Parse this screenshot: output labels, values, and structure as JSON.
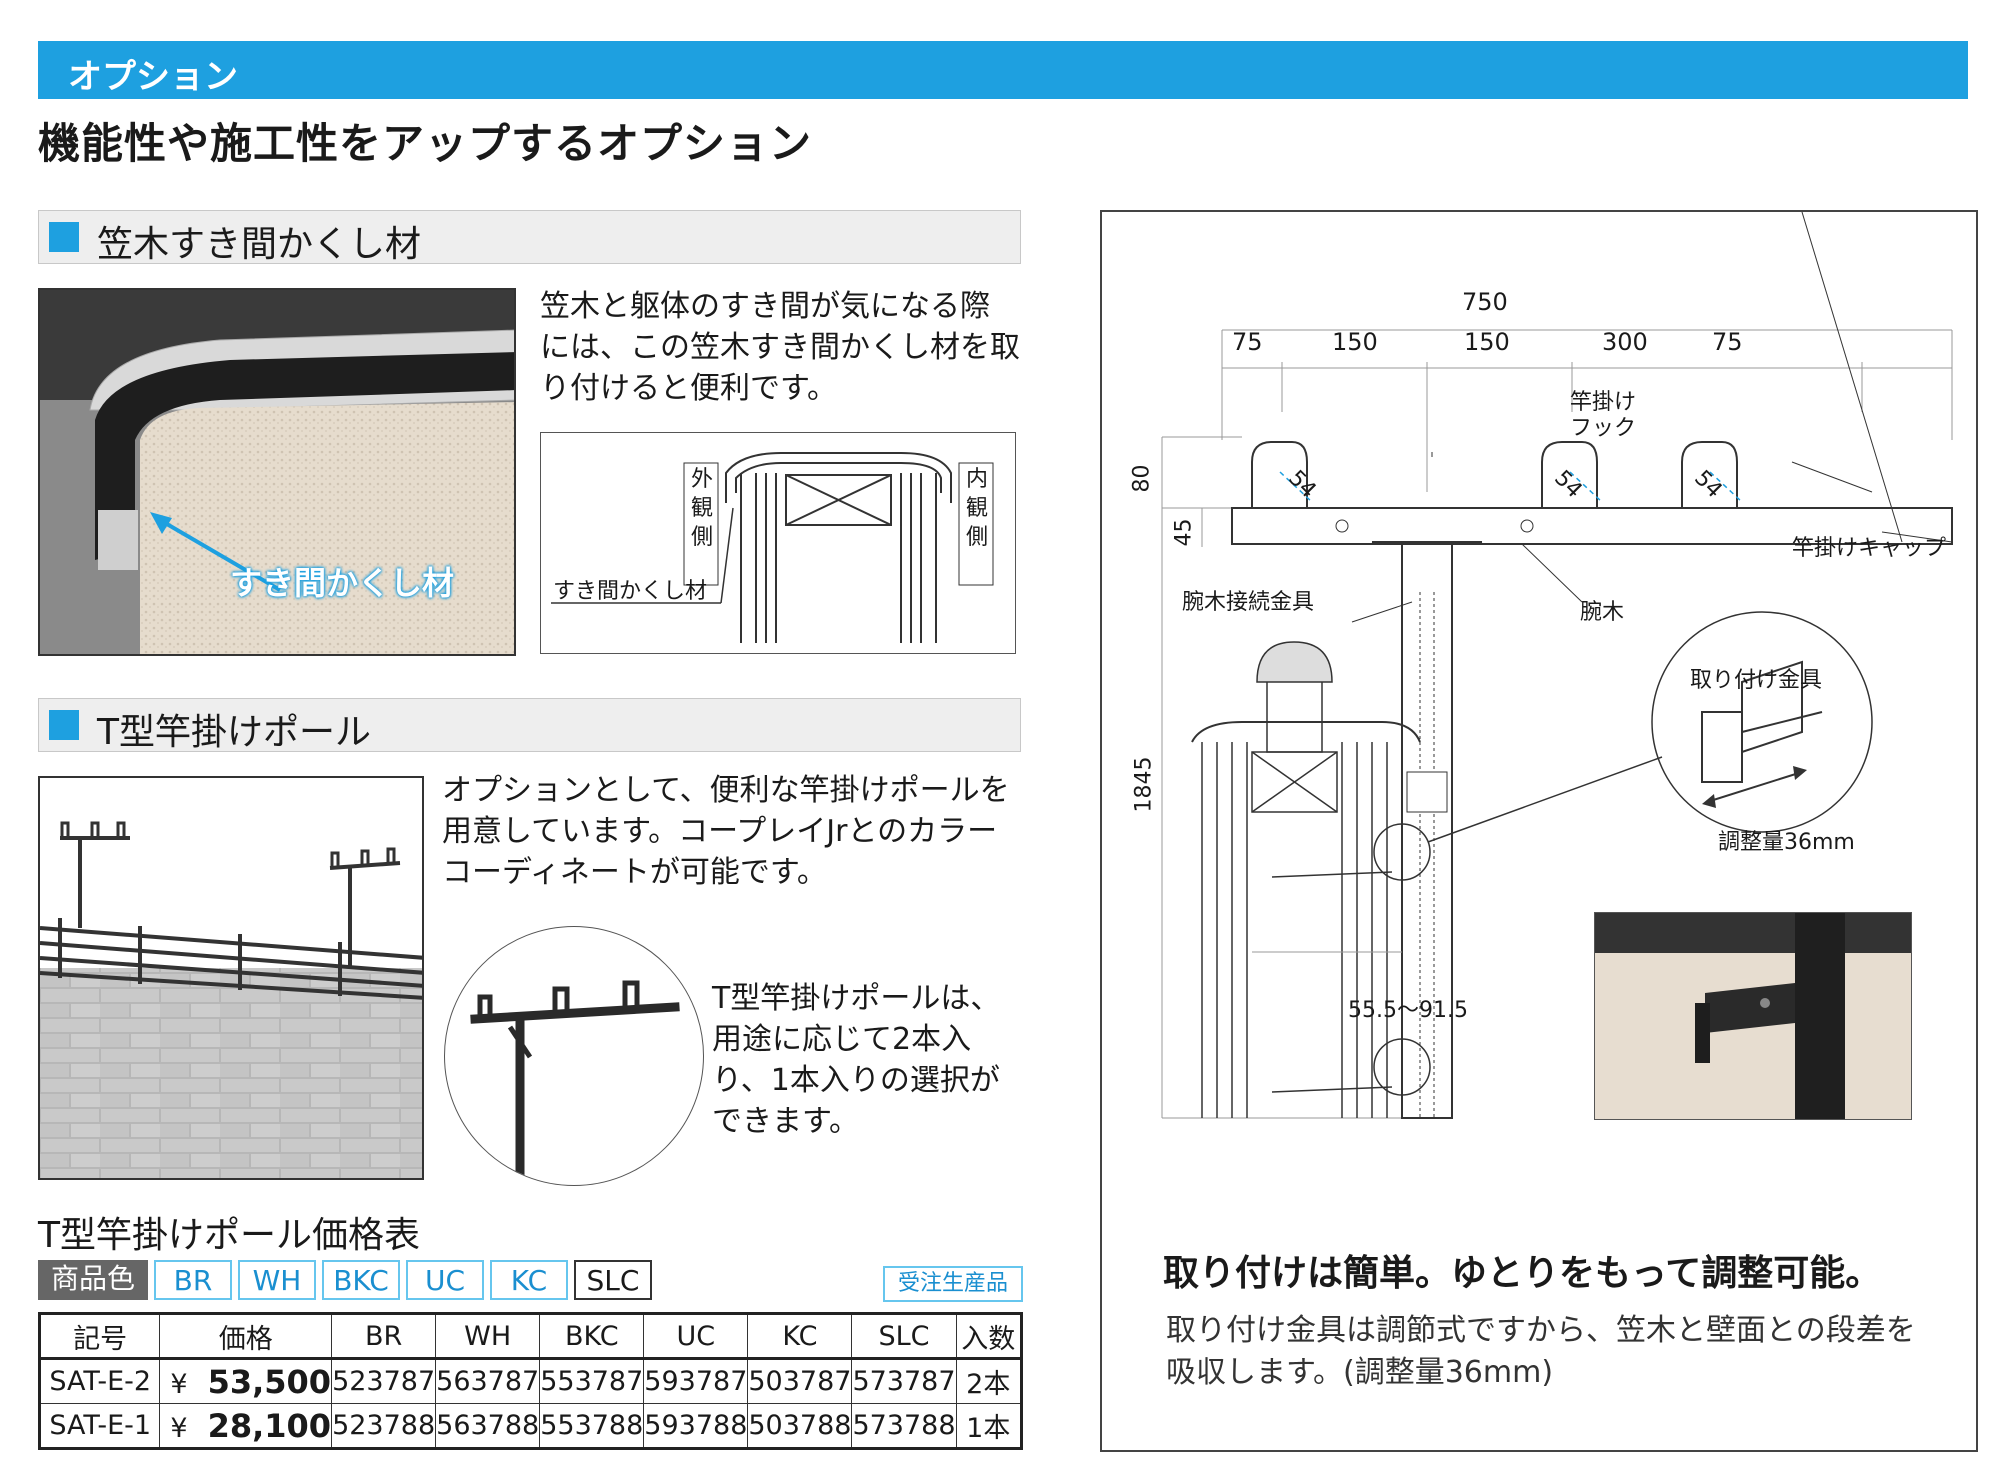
{
  "header": {
    "bar_title": "オプション",
    "headline": "機能性や施工性をアップするオプション"
  },
  "section1": {
    "title": "笠木すき間かくし材",
    "photo_label": "すき間かくし材",
    "description": [
      "笠木と躯体のすき間が気になる際",
      "には、この笠木すき間かくし材を取",
      "り付けると便利です。"
    ],
    "diagram": {
      "outside": [
        "外",
        "観",
        "側"
      ],
      "inside": [
        "内",
        "観",
        "側"
      ],
      "callout": "すき間かくし材"
    }
  },
  "section2": {
    "title": "T型竿掛けポール",
    "description": [
      "オプションとして、便利な竿掛けポールを",
      "用意しています。コープレイJrとのカラー",
      "コーディネートが可能です。"
    ],
    "note": [
      "T型竿掛けポールは、",
      "用途に応じて2本入",
      "り、1本入りの選択が",
      "できます。"
    ]
  },
  "price_table": {
    "title": "T型竿掛けポール価格表",
    "color_label": "商品色",
    "colors": [
      "BR",
      "WH",
      "BKC",
      "UC",
      "KC",
      "SLC"
    ],
    "made_to_order": "受注生産品",
    "headers": [
      "記号",
      "価格",
      "BR",
      "WH",
      "BKC",
      "UC",
      "KC",
      "SLC",
      "入数"
    ],
    "rows": [
      {
        "code": "SAT-E-2",
        "yen": "¥",
        "price": "53,500",
        "codes": [
          "523787",
          "563787",
          "553787",
          "593787",
          "503787",
          "573787"
        ],
        "qty": "2本"
      },
      {
        "code": "SAT-E-1",
        "yen": "¥",
        "price": "28,100",
        "codes": [
          "523788",
          "563788",
          "553788",
          "593788",
          "503788",
          "573788"
        ],
        "qty": "1本"
      }
    ]
  },
  "drawing": {
    "dims": {
      "total": "750",
      "d75a": "75",
      "d150a": "150",
      "d150b": "150",
      "d300": "300",
      "d75b": "75",
      "h80": "80",
      "h45": "45",
      "h1845": "1845",
      "r54a": "54",
      "r54b": "54",
      "r54c": "54",
      "range": "55.5〜91.5"
    },
    "labels": {
      "hook": [
        "竿掛け",
        "フック"
      ],
      "cap": "竿掛けキャップ",
      "joint": "腕木接続金具",
      "arm": "腕木",
      "bracket": "取り付け金具",
      "adjust": "調整量36mm"
    }
  },
  "right_text": {
    "heading": "取り付けは簡単。ゆとりをもって調整可能。",
    "body": [
      "取り付け金具は調節式ですから、笠木と壁面との段差を",
      "吸収します。(調整量36mm)"
    ]
  },
  "colors": {
    "accent": "#1ea0e0",
    "light_accent": "#66c6ee",
    "pole": "#2a2a2a"
  }
}
